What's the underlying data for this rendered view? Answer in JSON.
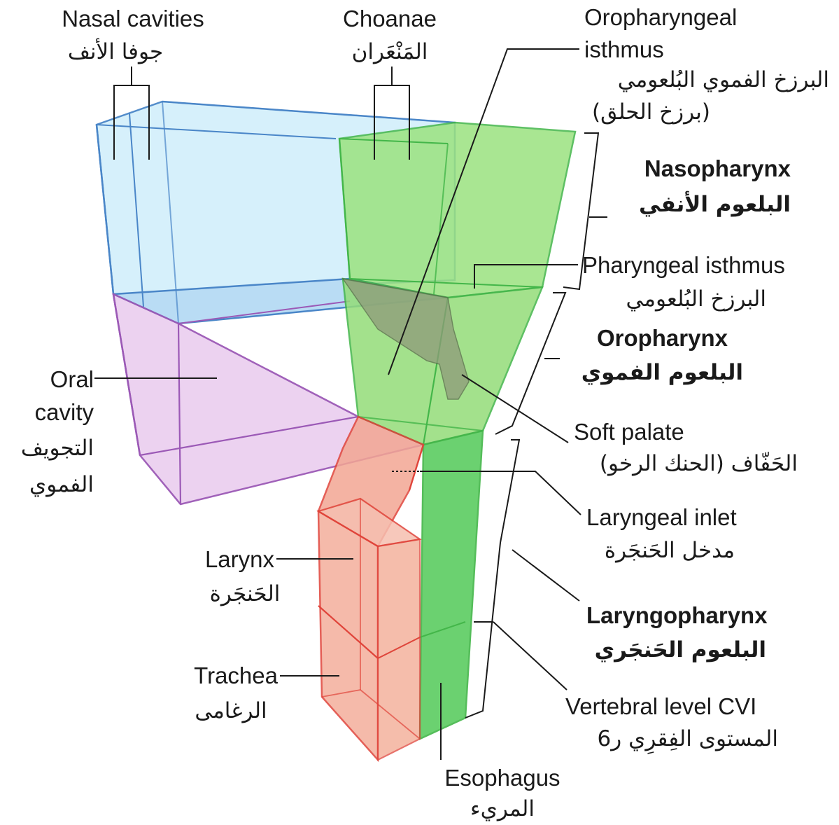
{
  "labels": {
    "nasal_cavities_en": "Nasal cavities",
    "nasal_cavities_ar": "جوفا الأنف",
    "choanae_en": "Choanae",
    "choanae_ar": "المَنْعَران",
    "oro_isthmus_en_1": "Oropharyngeal",
    "oro_isthmus_en_2": "isthmus",
    "oro_isthmus_ar_1": "البرزخ الفموي البُلعومي",
    "oro_isthmus_ar_2": "(برزخ الحلق)",
    "nasopharynx_en": "Nasopharynx",
    "nasopharynx_ar": "البلعوم الأنفي",
    "pharyngeal_isthmus_en": "Pharyngeal isthmus",
    "pharyngeal_isthmus_ar": "البرزخ البُلعومي",
    "oropharynx_en": "Oropharynx",
    "oropharynx_ar": "البلعوم الفموي",
    "oral_cavity_en_1": "Oral",
    "oral_cavity_en_2": "cavity",
    "oral_cavity_ar_1": "التجويف",
    "oral_cavity_ar_2": "الفموي",
    "soft_palate_en": "Soft palate",
    "soft_palate_ar": "الحَفّاف (الحنك الرخو)",
    "laryngeal_inlet_en": "Laryngeal inlet",
    "laryngeal_inlet_ar": "مدخل الحَنجَرة",
    "larynx_en": "Larynx",
    "larynx_ar": "الحَنجَرة",
    "laryngopharynx_en": "Laryngopharynx",
    "laryngopharynx_ar": "البلعوم الحَنجَري",
    "trachea_en": "Trachea",
    "trachea_ar": "الرغامى",
    "vertebral_en": "Vertebral level CVI",
    "vertebral_ar": "المستوى الفِقرِي ر6",
    "esophagus_en": "Esophagus",
    "esophagus_ar": "المريء"
  },
  "colors": {
    "nasal_fill": "#cfeefa",
    "nasal_stroke": "#4a86c8",
    "oral_fill": "#e6c6ec",
    "oral_stroke": "#9b59b6",
    "pharynx_fill": "#8fdc76",
    "pharynx_stroke": "#43b649",
    "larynx_fill": "#f3a190",
    "larynx_stroke": "#e0443a",
    "palate_fill": "#8e9a7a",
    "bracket": "#1a1a1a"
  }
}
